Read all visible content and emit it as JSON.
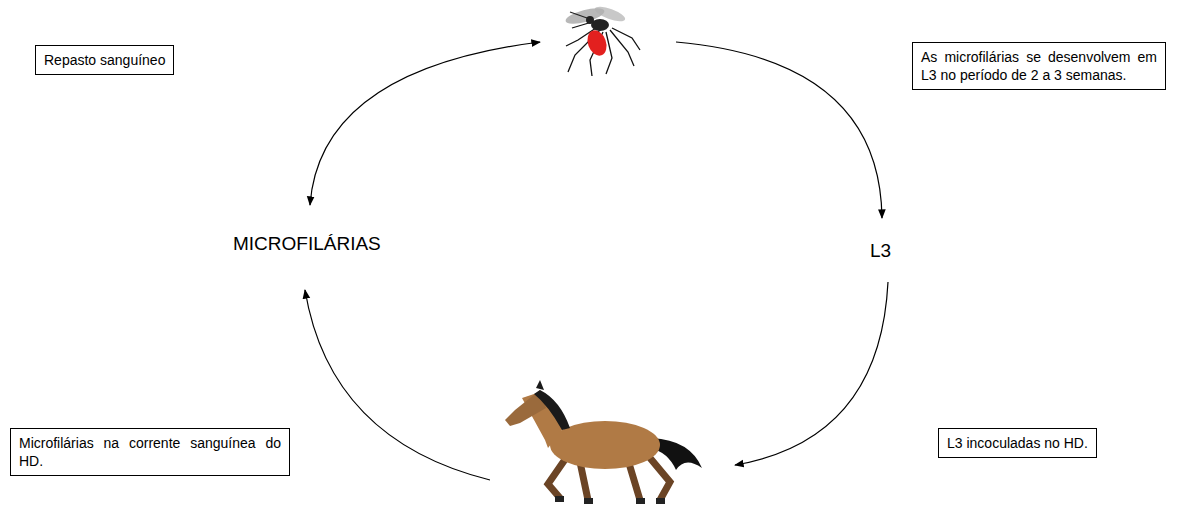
{
  "diagram": {
    "nodes": [
      {
        "text": [
          "Repasto sanguíneo"
        ]
      },
      {
        "text": [
          "As microfilárias se desenvolvem em L3 no período de 2 a 3 semanas."
        ]
      },
      {
        "text": [
          "Microfilárias na corrente sanguínea do HD."
        ]
      },
      {
        "text": [
          "L3 incoculadas no HD."
        ]
      }
    ],
    "labels": [
      "MICROFILÁRIAS",
      "L3"
    ]
  }
}
